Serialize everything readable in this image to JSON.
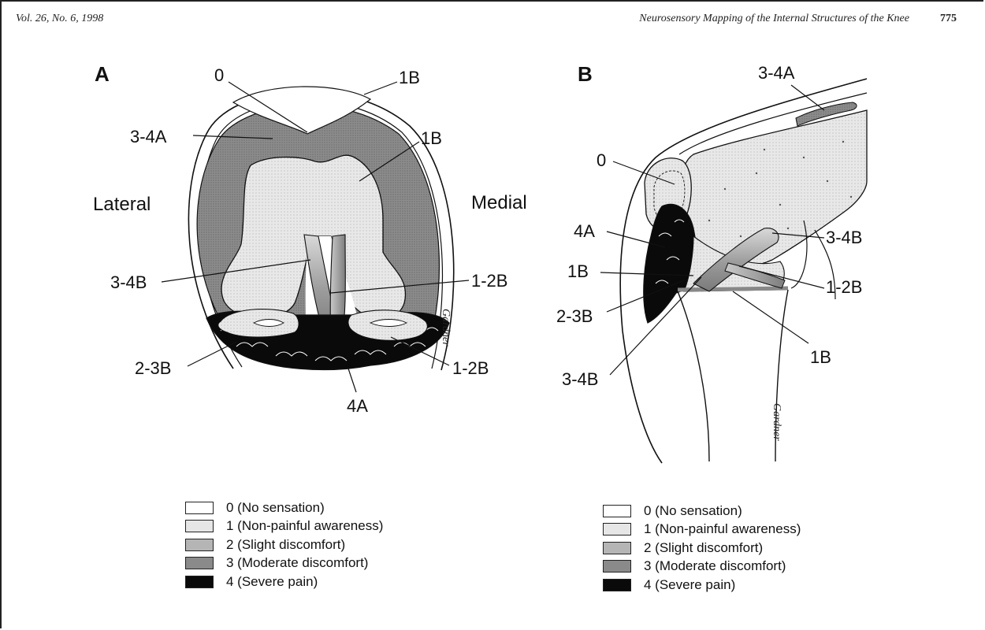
{
  "header": {
    "citation": "Vol. 26, No. 6, 1998",
    "title": "Neurosensory Mapping of the Internal Structures of the Knee",
    "page": "775"
  },
  "panel_a": {
    "letter": "A",
    "side_left": "Lateral",
    "side_right": "Medial",
    "signature": "Gardner",
    "labels": {
      "l0": "0",
      "l1b_top": "1B",
      "l34a": "3-4A",
      "l1b_mid": "1B",
      "l34b": "3-4B",
      "l12b_mid": "1-2B",
      "l23b": "2-3B",
      "l12b_low": "1-2B",
      "l4a": "4A"
    }
  },
  "panel_b": {
    "letter": "B",
    "signature": "Gardner",
    "labels": {
      "l34a": "3-4A",
      "l0": "0",
      "l4a": "4A",
      "l34b_right": "3-4B",
      "l1b_left": "1B",
      "l12b": "1-2B",
      "l23b": "2-3B",
      "l1b_low": "1B",
      "l34b_low": "3-4B"
    }
  },
  "legend_a": {
    "items": [
      {
        "text": "0  (No sensation)",
        "color": "#ffffff"
      },
      {
        "text": "1  (Non-painful awareness)",
        "color": "#e6e6e6"
      },
      {
        "text": "2  (Slight discomfort)",
        "color": "#b5b5b5"
      },
      {
        "text": "3  (Moderate discomfort)",
        "color": "#8a8a8a"
      },
      {
        "text": "4  (Severe pain)",
        "color": "#0a0a0a"
      }
    ]
  },
  "legend_b": {
    "items": [
      {
        "text": "0  (No sensation)",
        "color": "#ffffff"
      },
      {
        "text": "1  (Non-painful awareness)",
        "color": "#e6e6e6"
      },
      {
        "text": "2  (Slight discomfort)",
        "color": "#b5b5b5"
      },
      {
        "text": "3  (Moderate discomfort)",
        "color": "#8a8a8a"
      },
      {
        "text": "4  (Severe pain)",
        "color": "#0a0a0a"
      }
    ]
  },
  "colors": {
    "level0": "#ffffff",
    "level1": "#e6e6e6",
    "level2": "#b5b5b5",
    "level3": "#8a8a8a",
    "level4": "#0a0a0a",
    "outline": "#111111"
  }
}
